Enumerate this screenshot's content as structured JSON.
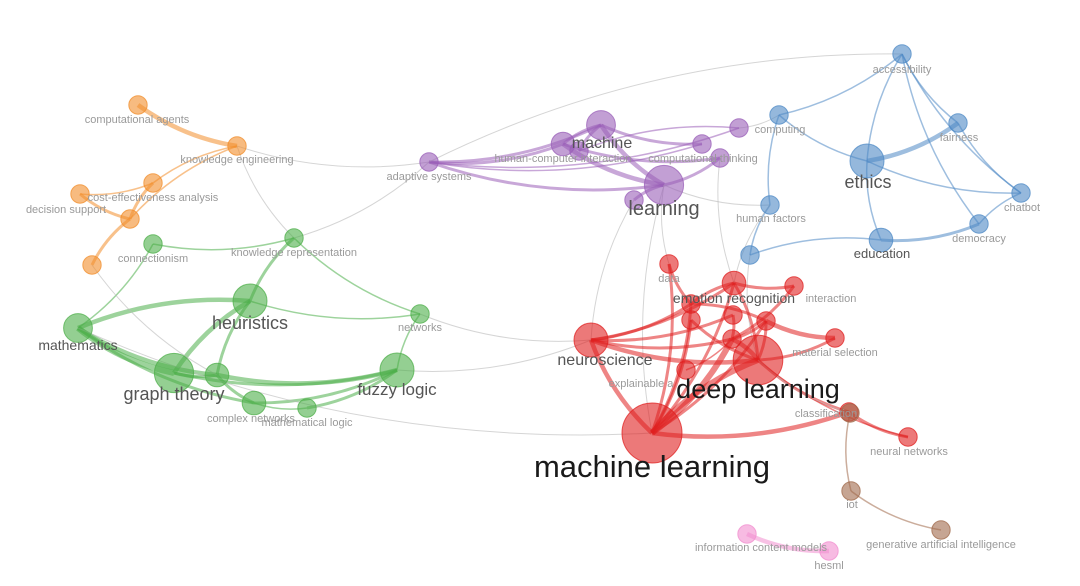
{
  "colors": {
    "orange": "#f28e2b",
    "green": "#4daf4a",
    "purple": "#9a5fb8",
    "blue": "#4e89c5",
    "red": "#e02020",
    "brown": "#a0694b",
    "pink": "#f28ecf",
    "link": "#b9b9b9",
    "label_small": "#9a9a9a",
    "label_mid": "#555555",
    "label_big": "#1a1a1a"
  },
  "nodes": [
    {
      "id": "computational-agents",
      "label": "computational agents",
      "cluster": "orange",
      "weight": 2
    },
    {
      "id": "knowledge-engineering",
      "label": "knowledge engineering",
      "cluster": "orange",
      "weight": 2
    },
    {
      "id": "cost-effectiveness-analysis",
      "label": "cost-effectiveness analysis",
      "cluster": "orange",
      "weight": 2
    },
    {
      "id": "decision-support",
      "label": "decision support",
      "cluster": "orange",
      "weight": 2
    },
    {
      "id": "orange-mid",
      "label": "",
      "cluster": "orange",
      "weight": 2
    },
    {
      "id": "orange-low",
      "label": "",
      "cluster": "orange",
      "weight": 2
    },
    {
      "id": "connectionism",
      "label": "connectionism",
      "cluster": "green",
      "weight": 2
    },
    {
      "id": "knowledge-representation",
      "label": "knowledge representation",
      "cluster": "green",
      "weight": 2
    },
    {
      "id": "heuristics",
      "label": "heuristics",
      "cluster": "green",
      "weight": 5
    },
    {
      "id": "mathematics",
      "label": "mathematics",
      "cluster": "green",
      "weight": 4
    },
    {
      "id": "graph-theory",
      "label": "graph theory",
      "cluster": "green",
      "weight": 6
    },
    {
      "id": "networks",
      "label": "networks",
      "cluster": "green",
      "weight": 2
    },
    {
      "id": "fuzzy-logic",
      "label": "fuzzy logic",
      "cluster": "green",
      "weight": 5
    },
    {
      "id": "complex-networks",
      "label": "complex networks",
      "cluster": "green",
      "weight": 3
    },
    {
      "id": "mathematical-logic",
      "label": "mathematical logic",
      "cluster": "green",
      "weight": 2
    },
    {
      "id": "green-hub",
      "label": "",
      "cluster": "green",
      "weight": 3
    },
    {
      "id": "adaptive-systems",
      "label": "adaptive systems",
      "cluster": "purple",
      "weight": 2
    },
    {
      "id": "machine",
      "label": "machine",
      "cluster": "purple",
      "weight": 4
    },
    {
      "id": "human-computer-interaction",
      "label": "human-computer interaction",
      "cluster": "purple",
      "weight": 3
    },
    {
      "id": "computational-thinking",
      "label": "computational thinking",
      "cluster": "purple",
      "weight": 2
    },
    {
      "id": "learning",
      "label": "learning",
      "cluster": "purple",
      "weight": 6
    },
    {
      "id": "computing-p",
      "label": "",
      "cluster": "purple",
      "weight": 2
    },
    {
      "id": "purple-a",
      "label": "",
      "cluster": "purple",
      "weight": 2
    },
    {
      "id": "purple-b",
      "label": "",
      "cluster": "purple",
      "weight": 2
    },
    {
      "id": "purple-c",
      "label": "",
      "cluster": "purple",
      "weight": 2
    },
    {
      "id": "accessibility",
      "label": "accessibility",
      "cluster": "blue",
      "weight": 2
    },
    {
      "id": "computing",
      "label": "computing",
      "cluster": "blue",
      "weight": 2
    },
    {
      "id": "fairness",
      "label": "fairness",
      "cluster": "blue",
      "weight": 2
    },
    {
      "id": "ethics",
      "label": "ethics",
      "cluster": "blue",
      "weight": 5
    },
    {
      "id": "chatbot",
      "label": "chatbot",
      "cluster": "blue",
      "weight": 2
    },
    {
      "id": "democracy",
      "label": "democracy",
      "cluster": "blue",
      "weight": 2
    },
    {
      "id": "human-factors",
      "label": "human factors",
      "cluster": "blue",
      "weight": 2
    },
    {
      "id": "education",
      "label": "education",
      "cluster": "blue",
      "weight": 3
    },
    {
      "id": "blue-low",
      "label": "",
      "cluster": "blue",
      "weight": 2
    },
    {
      "id": "data",
      "label": "data",
      "cluster": "red",
      "weight": 2
    },
    {
      "id": "emotion-recognition",
      "label": "emotion recognition",
      "cluster": "red",
      "weight": 3
    },
    {
      "id": "interaction",
      "label": "interaction",
      "cluster": "red",
      "weight": 2
    },
    {
      "id": "neuroscience",
      "label": "neuroscience",
      "cluster": "red",
      "weight": 5
    },
    {
      "id": "material-selection",
      "label": "material selection",
      "cluster": "red",
      "weight": 2
    },
    {
      "id": "explainable-ai",
      "label": "explainable a",
      "cluster": "red",
      "weight": 2
    },
    {
      "id": "deep-learning",
      "label": "deep learning",
      "cluster": "red",
      "weight": 8
    },
    {
      "id": "machine-learning",
      "label": "machine learning",
      "cluster": "red",
      "weight": 10
    },
    {
      "id": "classification",
      "label": "classification",
      "cluster": "red",
      "weight": 2
    },
    {
      "id": "neural-networks",
      "label": "neural networks",
      "cluster": "red",
      "weight": 2
    },
    {
      "id": "red-a",
      "label": "",
      "cluster": "red",
      "weight": 2
    },
    {
      "id": "red-b",
      "label": "",
      "cluster": "red",
      "weight": 2
    },
    {
      "id": "red-c",
      "label": "",
      "cluster": "red",
      "weight": 2
    },
    {
      "id": "red-d",
      "label": "",
      "cluster": "red",
      "weight": 2
    },
    {
      "id": "red-e",
      "label": "",
      "cluster": "red",
      "weight": 2
    },
    {
      "id": "iot",
      "label": "iot",
      "cluster": "brown",
      "weight": 2
    },
    {
      "id": "generative-artificial-intelligence",
      "label": "generative artificial intelligence",
      "cluster": "brown",
      "weight": 2
    },
    {
      "id": "brown-top",
      "label": "",
      "cluster": "brown",
      "weight": 2
    },
    {
      "id": "information-content-models",
      "label": "information content models",
      "cluster": "pink",
      "weight": 2
    },
    {
      "id": "hesml",
      "label": "hesml",
      "cluster": "pink",
      "weight": 2
    }
  ],
  "links": [
    [
      "computational-agents",
      "knowledge-engineering",
      3
    ],
    [
      "knowledge-engineering",
      "cost-effectiveness-analysis",
      1
    ],
    [
      "knowledge-engineering",
      "orange-mid",
      1
    ],
    [
      "cost-effectiveness-analysis",
      "orange-mid",
      2
    ],
    [
      "decision-support",
      "orange-mid",
      2
    ],
    [
      "orange-mid",
      "orange-low",
      2
    ],
    [
      "decision-support",
      "cost-effectiveness-analysis",
      1
    ],
    [
      "knowledge-engineering",
      "adaptive-systems",
      1
    ],
    [
      "knowledge-engineering",
      "knowledge-representation",
      1
    ],
    [
      "connectionism",
      "knowledge-representation",
      1
    ],
    [
      "knowledge-representation",
      "heuristics",
      2
    ],
    [
      "knowledge-representation",
      "networks",
      1
    ],
    [
      "knowledge-representation",
      "adaptive-systems",
      1
    ],
    [
      "heuristics",
      "mathematics",
      3
    ],
    [
      "heuristics",
      "graph-theory",
      3
    ],
    [
      "heuristics",
      "networks",
      1
    ],
    [
      "heuristics",
      "green-hub",
      2
    ],
    [
      "mathematics",
      "graph-theory",
      4
    ],
    [
      "mathematics",
      "green-hub",
      3
    ],
    [
      "mathematics",
      "complex-networks",
      2
    ],
    [
      "mathematics",
      "connectionism",
      1
    ],
    [
      "graph-theory",
      "green-hub",
      2
    ],
    [
      "graph-theory",
      "fuzzy-logic",
      2
    ],
    [
      "green-hub",
      "complex-networks",
      2
    ],
    [
      "green-hub",
      "fuzzy-logic",
      3
    ],
    [
      "complex-networks",
      "fuzzy-logic",
      2
    ],
    [
      "complex-networks",
      "mathematical-logic",
      1
    ],
    [
      "mathematical-logic",
      "fuzzy-logic",
      2
    ],
    [
      "networks",
      "fuzzy-logic",
      1
    ],
    [
      "networks",
      "neuroscience",
      1
    ],
    [
      "orange-low",
      "green-hub",
      1
    ],
    [
      "fuzzy-logic",
      "neuroscience",
      1
    ],
    [
      "mathematics",
      "machine-learning",
      1
    ],
    [
      "adaptive-systems",
      "machine",
      2
    ],
    [
      "adaptive-systems",
      "human-computer-interaction",
      2
    ],
    [
      "adaptive-systems",
      "learning",
      2
    ],
    [
      "adaptive-systems",
      "purple-a",
      1
    ],
    [
      "adaptive-systems",
      "computing-p",
      1
    ],
    [
      "machine",
      "learning",
      3
    ],
    [
      "machine",
      "human-computer-interaction",
      2
    ],
    [
      "machine",
      "purple-a",
      2
    ],
    [
      "machine",
      "purple-b",
      2
    ],
    [
      "human-computer-interaction",
      "learning",
      3
    ],
    [
      "human-computer-interaction",
      "computational-thinking",
      2
    ],
    [
      "learning",
      "purple-c",
      2
    ],
    [
      "learning",
      "computational-thinking",
      2
    ],
    [
      "learning",
      "human-factors",
      1
    ],
    [
      "computing-p",
      "computing",
      1
    ],
    [
      "computing-p",
      "purple-b",
      1
    ],
    [
      "learning",
      "machine-learning",
      1
    ],
    [
      "learning",
      "data",
      1
    ],
    [
      "computational-thinking",
      "emotion-recognition",
      1
    ],
    [
      "purple-c",
      "neuroscience",
      1
    ],
    [
      "computing",
      "accessibility",
      1
    ],
    [
      "computing",
      "ethics",
      1
    ],
    [
      "computing",
      "human-factors",
      1
    ],
    [
      "accessibility",
      "fairness",
      1
    ],
    [
      "accessibility",
      "ethics",
      1
    ],
    [
      "accessibility",
      "chatbot",
      1
    ],
    [
      "accessibility",
      "democracy",
      1
    ],
    [
      "accessibility",
      "adaptive-systems",
      1
    ],
    [
      "ethics",
      "fairness",
      3
    ],
    [
      "ethics",
      "chatbot",
      1
    ],
    [
      "ethics",
      "education",
      1
    ],
    [
      "fairness",
      "chatbot",
      1
    ],
    [
      "education",
      "democracy",
      2
    ],
    [
      "chatbot",
      "democracy",
      1
    ],
    [
      "education",
      "blue-low",
      1
    ],
    [
      "human-factors",
      "blue-low",
      1
    ],
    [
      "blue-low",
      "deep-learning",
      1
    ],
    [
      "human-factors",
      "emotion-recognition",
      1
    ],
    [
      "neuroscience",
      "deep-learning",
      3
    ],
    [
      "neuroscience",
      "machine-learning",
      3
    ],
    [
      "neuroscience",
      "red-a",
      2
    ],
    [
      "neuroscience",
      "red-c",
      2
    ],
    [
      "neuroscience",
      "red-d",
      2
    ],
    [
      "neuroscience",
      "emotion-recognition",
      2
    ],
    [
      "deep-learning",
      "machine-learning",
      4
    ],
    [
      "deep-learning",
      "emotion-recognition",
      2
    ],
    [
      "deep-learning",
      "material-selection",
      2
    ],
    [
      "deep-learning",
      "red-a",
      3
    ],
    [
      "deep-learning",
      "red-b",
      2
    ],
    [
      "deep-learning",
      "classification",
      2
    ],
    [
      "deep-learning",
      "neural-networks",
      1
    ],
    [
      "machine-learning",
      "red-a",
      4
    ],
    [
      "machine-learning",
      "red-b",
      2
    ],
    [
      "machine-learning",
      "red-c",
      2
    ],
    [
      "machine-learning",
      "red-e",
      2
    ],
    [
      "machine-learning",
      "data",
      2
    ],
    [
      "machine-learning",
      "emotion-recognition",
      2
    ],
    [
      "machine-learning",
      "classification",
      3
    ],
    [
      "red-a",
      "red-b",
      2
    ],
    [
      "red-a",
      "interaction",
      2
    ],
    [
      "red-a",
      "red-d",
      2
    ],
    [
      "red-b",
      "material-selection",
      3
    ],
    [
      "red-b",
      "red-c",
      2
    ],
    [
      "emotion-recognition",
      "interaction",
      2
    ],
    [
      "emotion-recognition",
      "red-c",
      2
    ],
    [
      "data",
      "red-c",
      2
    ],
    [
      "red-e",
      "deep-learning",
      2
    ],
    [
      "explainable-ai",
      "red-a",
      1
    ],
    [
      "classification",
      "neural-networks",
      2
    ],
    [
      "classification",
      "brown-top",
      2
    ],
    [
      "brown-top",
      "iot",
      1
    ],
    [
      "iot",
      "generative-artificial-intelligence",
      1
    ],
    [
      "deep-learning",
      "brown-top",
      1
    ],
    [
      "information-content-models",
      "hesml",
      3
    ]
  ]
}
